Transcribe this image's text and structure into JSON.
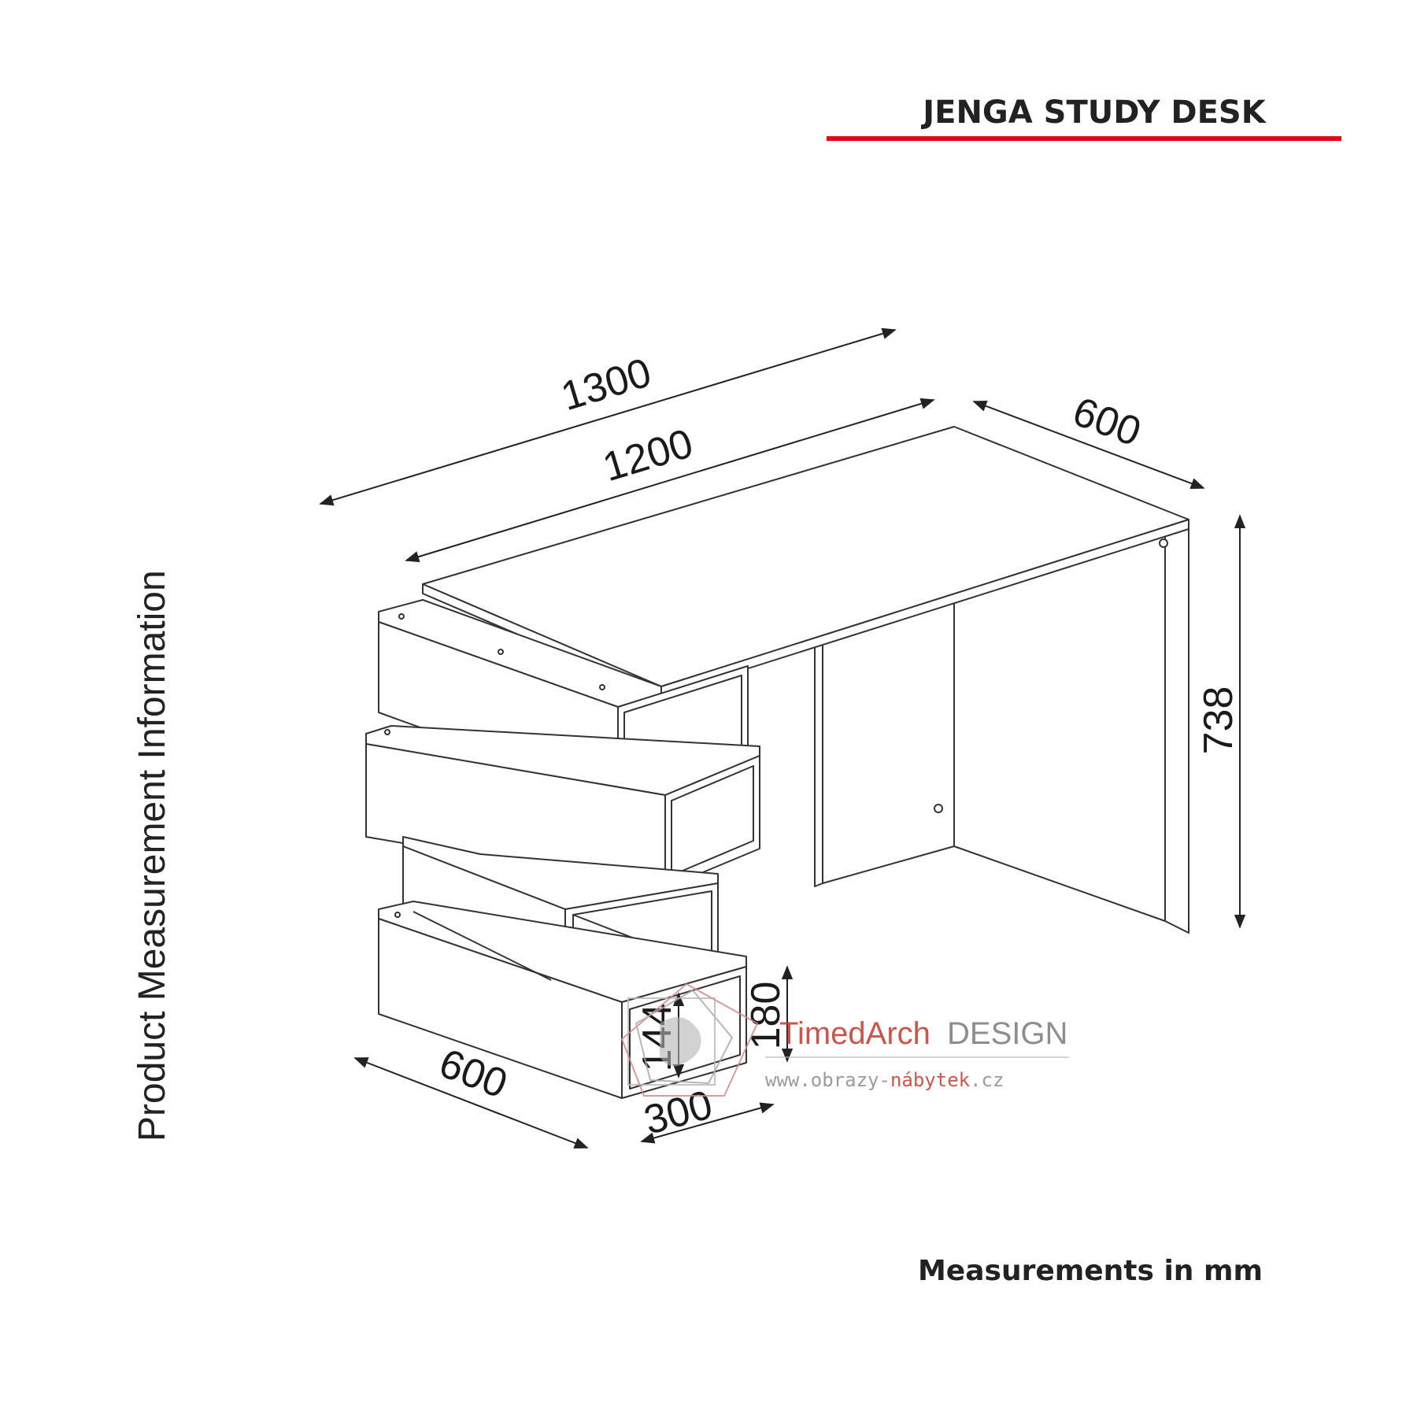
{
  "header": {
    "title": "JENGA STUDY DESK",
    "accent_color": "#e30613"
  },
  "side_label": "Product Measurement Information",
  "dimensions": {
    "overall_width": "1300",
    "top_width": "1200",
    "top_depth": "600",
    "height": "738",
    "cabinet_depth": "600",
    "box_depth": "300",
    "box_height_outer": "180",
    "box_height_inner": "144"
  },
  "footer": {
    "note": "Measurements in mm"
  },
  "watermark": {
    "brand_a": "TimedArch",
    "brand_b": "DESIGN",
    "url_a": "www.obrazy-",
    "url_b": "nábytek",
    "url_c": ".cz",
    "accent_color": "#c0392b"
  }
}
